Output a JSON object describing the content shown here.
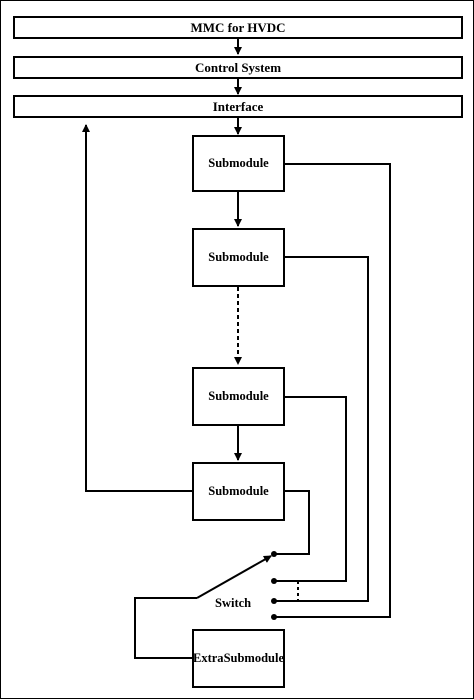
{
  "diagram": {
    "top_bars": [
      "MMC for HVDC",
      "Control System",
      "Interface"
    ],
    "submodules": [
      "Submodule",
      "Submodule",
      "Submodule",
      "Submodule"
    ],
    "switch_label": "Switch",
    "extra_submodule": [
      "Extra",
      "Submodule"
    ]
  }
}
